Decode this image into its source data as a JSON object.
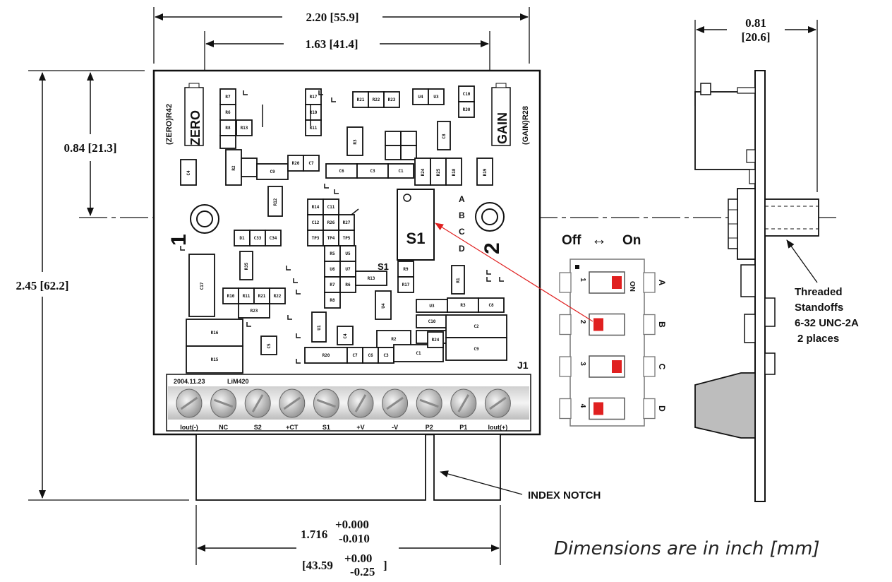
{
  "dimensions": {
    "overall_width": "2.20 [55.9]",
    "hole_spacing": "1.63 [41.4]",
    "depth_top": "0.81",
    "depth_bottom": "[20.6]",
    "hole_height": "0.84 [21.3]",
    "overall_height": "2.45 [62.2]",
    "connector_width_in": "1.716",
    "connector_tol_in_upper": "+0.000",
    "connector_tol_in_lower": "-0.010",
    "connector_width_mm": "[43.59",
    "connector_tol_mm_upper": "+0.00",
    "connector_tol_mm_lower": "-0.25",
    "connector_mm_close": "]"
  },
  "board": {
    "zero_label": "ZERO",
    "zero_ref": "(ZERO)R42",
    "gain_label": "GAIN",
    "gain_ref": "(GAIN)R28",
    "switch_label": "S1",
    "switch_label_small": "S1",
    "switch_pins": [
      "A",
      "B",
      "C",
      "D"
    ],
    "hole_1": "1",
    "hole_2": "2",
    "connector_ref": "J1",
    "date_code": "2004.11.23",
    "model": "LiM420",
    "terminals": [
      "Iout(-)",
      "NC",
      "S2",
      "+CT",
      "S1",
      "+V",
      "-V",
      "P2",
      "P1",
      "Iout(+)"
    ],
    "components": [
      "R7",
      "R6",
      "R8",
      "R13",
      "R9",
      "R17",
      "R10",
      "R11",
      "R21",
      "R22",
      "R23",
      "U4",
      "U3",
      "C10",
      "R30",
      "R3",
      "C8",
      "R16",
      "R15",
      "U1",
      "C5",
      "C4",
      "R2",
      "C2",
      "C9",
      "R20",
      "C7",
      "C6",
      "C3",
      "C1",
      "R24",
      "R25",
      "R18",
      "R19",
      "R12",
      "R14",
      "C11",
      "C12",
      "R26",
      "R27",
      "TP3",
      "TP4",
      "TP5",
      "D1",
      "C33",
      "C34",
      "R35",
      "C17",
      "R1",
      "R5",
      "U5",
      "U6",
      "U7"
    ]
  },
  "dip_switch": {
    "caption_off": "Off",
    "caption_arrow": "↔",
    "caption_on": "On",
    "on_mark": "ON",
    "positions": [
      {
        "num": "1",
        "letter": "A",
        "state": "On"
      },
      {
        "num": "2",
        "letter": "B",
        "state": "Off"
      },
      {
        "num": "3",
        "letter": "C",
        "state": "On"
      },
      {
        "num": "4",
        "letter": "D",
        "state": "Off"
      }
    ],
    "active_color": "#e02020"
  },
  "side_view": {
    "standoff_line1": "Threaded",
    "standoff_line2": "Standoffs",
    "standoff_line3": "6-32 UNC-2A",
    "standoff_line4": "2 places"
  },
  "index_notch": "INDEX NOTCH",
  "units_note": "Dimensions are in inch [mm]",
  "colors": {
    "leader_red": "#e02020",
    "line": "#111111"
  }
}
